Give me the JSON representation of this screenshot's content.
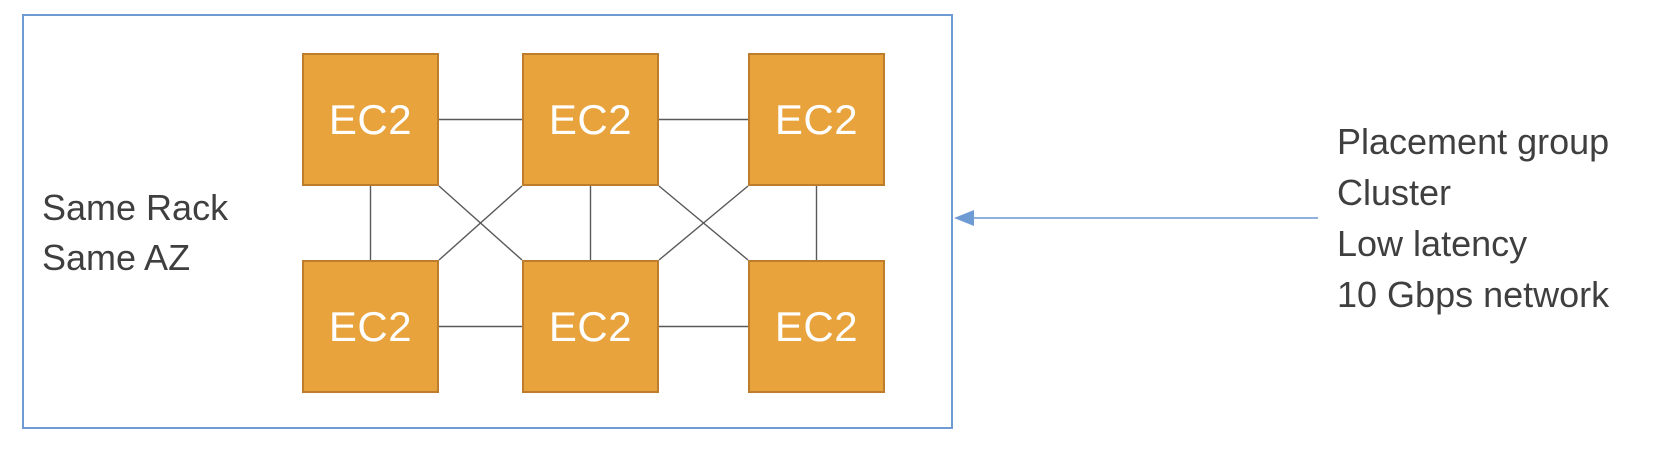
{
  "diagram": {
    "cluster_box": {
      "label_lines": [
        "Same Rack",
        "Same AZ"
      ]
    },
    "nodes": [
      {
        "id": "ec2-top-1",
        "label": "EC2"
      },
      {
        "id": "ec2-top-2",
        "label": "EC2"
      },
      {
        "id": "ec2-top-3",
        "label": "EC2"
      },
      {
        "id": "ec2-bottom-1",
        "label": "EC2"
      },
      {
        "id": "ec2-bottom-2",
        "label": "EC2"
      },
      {
        "id": "ec2-bottom-3",
        "label": "EC2"
      }
    ],
    "connections": [
      {
        "from": "ec2-top-1",
        "to": "ec2-top-2",
        "type": "horizontal"
      },
      {
        "from": "ec2-top-2",
        "to": "ec2-top-3",
        "type": "horizontal"
      },
      {
        "from": "ec2-bottom-1",
        "to": "ec2-bottom-2",
        "type": "horizontal"
      },
      {
        "from": "ec2-bottom-2",
        "to": "ec2-bottom-3",
        "type": "horizontal"
      },
      {
        "from": "ec2-top-1",
        "to": "ec2-bottom-1",
        "type": "vertical"
      },
      {
        "from": "ec2-top-2",
        "to": "ec2-bottom-2",
        "type": "vertical"
      },
      {
        "from": "ec2-top-3",
        "to": "ec2-bottom-3",
        "type": "vertical"
      },
      {
        "from": "ec2-top-1",
        "to": "ec2-bottom-2",
        "type": "diagonal"
      },
      {
        "from": "ec2-top-2",
        "to": "ec2-bottom-1",
        "type": "diagonal"
      },
      {
        "from": "ec2-top-2",
        "to": "ec2-bottom-3",
        "type": "diagonal"
      },
      {
        "from": "ec2-top-3",
        "to": "ec2-bottom-2",
        "type": "diagonal"
      }
    ],
    "annotation": {
      "lines": [
        "Placement group",
        "Cluster",
        "Low latency",
        "10 Gbps network"
      ]
    },
    "colors": {
      "node_fill": "#E8A33D",
      "node_border": "#BE7D2D",
      "node_text": "#FFFFFF",
      "cluster_border": "#6F9BD4",
      "arrow": "#6F9BD4",
      "connector": "#595959",
      "text": "#3F3F3F"
    }
  }
}
